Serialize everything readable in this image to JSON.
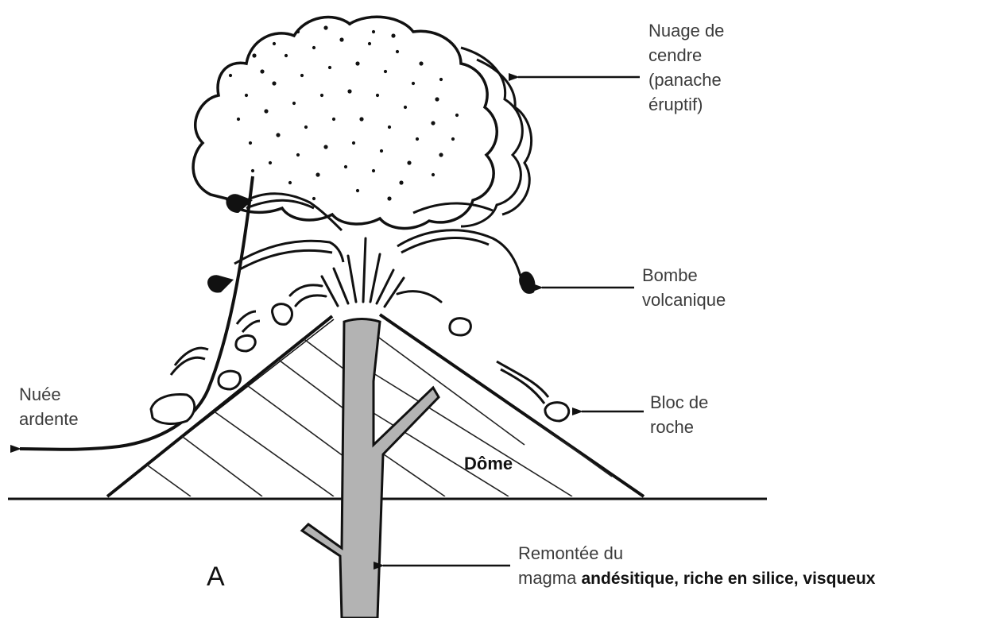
{
  "labels": {
    "ash_cloud": [
      "Nuage de",
      "cendre",
      "(panache",
      "éruptif)"
    ],
    "bomb": [
      "Bombe",
      "volcanique"
    ],
    "rock_block": [
      "Bloc de",
      "roche"
    ],
    "nuee": [
      "Nuée",
      "ardente"
    ],
    "dome": "Dôme",
    "figure_letter": "A",
    "magma": [
      "Remontée du",
      "magma"
    ],
    "magma_detail": "andésitique, riche en silice, visqueux"
  },
  "colors": {
    "ink": "#111111",
    "conduit": "#b3b3b3",
    "label": "#3c3c3c"
  }
}
